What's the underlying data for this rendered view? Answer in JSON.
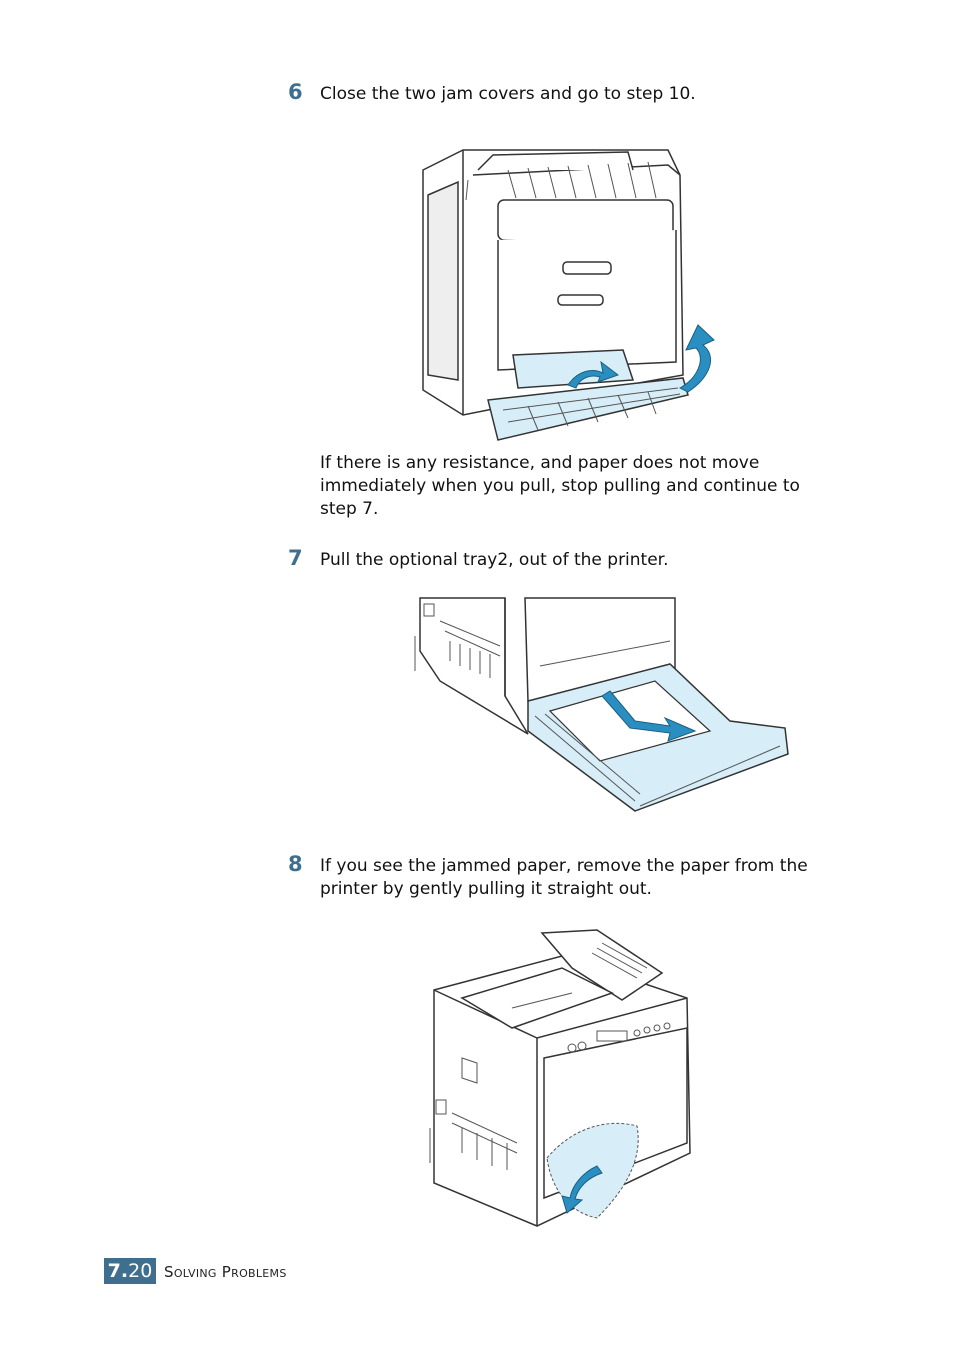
{
  "steps": [
    {
      "number": "6",
      "text": "Close the two jam covers and go to step 10."
    },
    {
      "number": "7",
      "text": "Pull the optional tray2, out of the printer."
    },
    {
      "number": "8",
      "text": "If you see the jammed paper, remove the paper from the printer by gently pulling it straight out."
    }
  ],
  "note": "If there is any resistance, and paper does not move immediately when you pull, stop pulling and continue to step 7.",
  "footer": {
    "chapter": "7.",
    "page": "20",
    "title": "Solving Problems"
  },
  "colors": {
    "accent": "#3f6f8e",
    "highlight": "#d7eef8",
    "arrow": "#2a8fc0"
  }
}
